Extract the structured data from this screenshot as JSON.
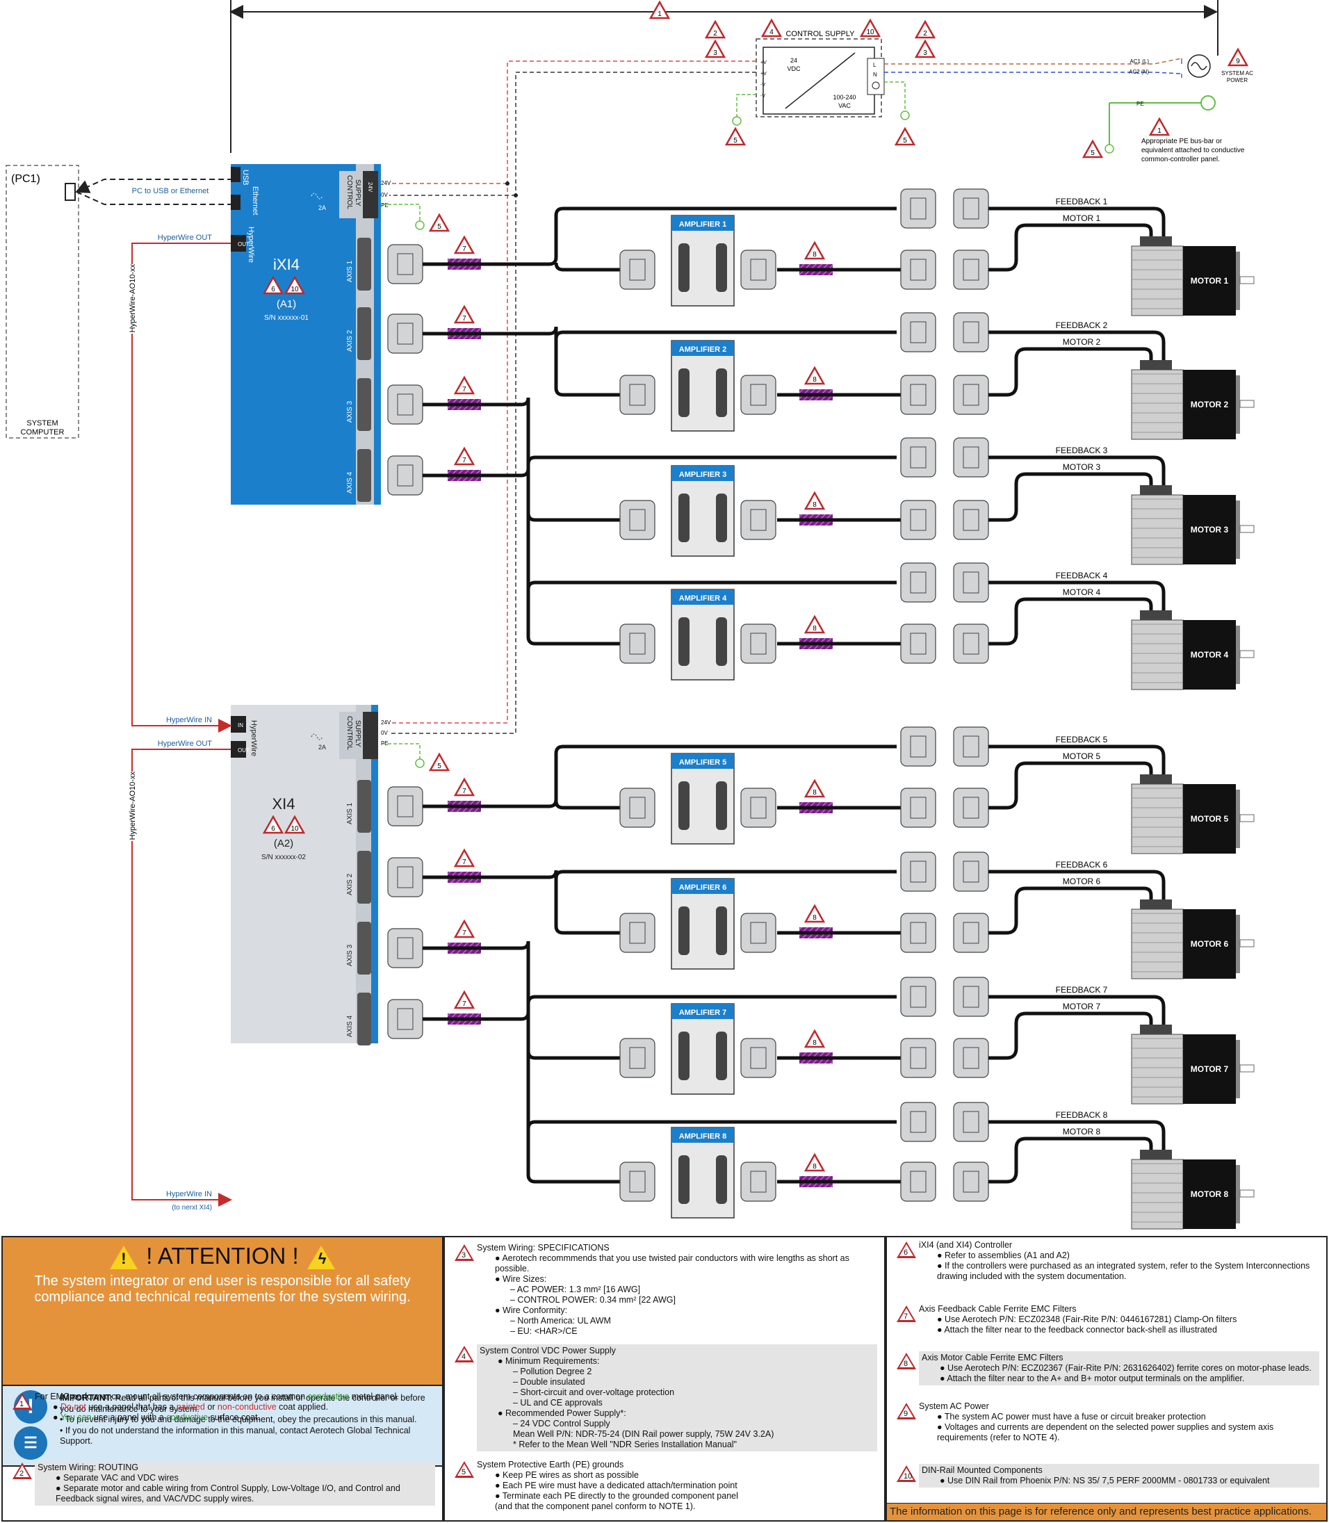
{
  "top": {
    "control_supply_title": "CONTROL SUPPLY",
    "supply_vdc": "24\nVDC",
    "supply_vdc_a": "24",
    "supply_vdc_b": "VDC",
    "supply_vac_a": "100-240",
    "supply_vac_b": "VAC",
    "supply_pins": [
      "+V",
      "+V",
      "-V",
      "-V"
    ],
    "supply_ac_pins": [
      "L",
      "N"
    ],
    "ac1": "AC1 (L)",
    "ac2": "AC2 (N)",
    "pe": "PE",
    "system_ac_power_a": "SYSTEM AC",
    "system_ac_power_b": "POWER",
    "pe_note_a": "Appropriate PE bus-bar or",
    "pe_note_b": "equivalent attached to conductive",
    "pe_note_c": "common-controller panel."
  },
  "pc": {
    "label": "(PC1)",
    "system_a": "SYSTEM",
    "system_b": "COMPUTER",
    "link": "PC to USB or Ethernet"
  },
  "hyperwire": {
    "out1": "HyperWire OUT",
    "in2": "HyperWire IN",
    "out2": "HyperWire OUT",
    "in3": "HyperWire IN",
    "in3_sub": "(to nerxt XI4)",
    "cable": "HyperWire-AO10-xx"
  },
  "controllers": [
    {
      "name": "iXI4",
      "id": "(A1)",
      "sn": "S/N xxxxxx-01"
    },
    {
      "name": "XI4",
      "id": "(A2)",
      "sn": "S/N xxxxxx-02"
    }
  ],
  "controller_labels": {
    "usb": "USB",
    "ethernet": "Ethernet",
    "hyperwire": "HyperWire",
    "out": "OUT",
    "in": "IN",
    "fuse": "2A",
    "control_supply_a": "CONTROL",
    "control_supply_b": "SUPPLY",
    "v24": "24V",
    "v0": "0V",
    "pe": "PE",
    "axes": [
      "AXIS 1",
      "AXIS 2",
      "AXIS 3",
      "AXIS 4"
    ]
  },
  "amplifiers": [
    "AMPLIFIER 1",
    "AMPLIFIER 2",
    "AMPLIFIER 3",
    "AMPLIFIER 4",
    "AMPLIFIER 5",
    "AMPLIFIER 6",
    "AMPLIFIER 7",
    "AMPLIFIER 8"
  ],
  "feedback": [
    "FEEDBACK 1",
    "FEEDBACK 2",
    "FEEDBACK 3",
    "FEEDBACK 4",
    "FEEDBACK 5",
    "FEEDBACK 6",
    "FEEDBACK 7",
    "FEEDBACK 8"
  ],
  "motor_cables": [
    "MOTOR 1",
    "MOTOR 2",
    "MOTOR 3",
    "MOTOR 4",
    "MOTOR 5",
    "MOTOR 6",
    "MOTOR 7",
    "MOTOR 8"
  ],
  "motors": [
    "MOTOR 1",
    "MOTOR 2",
    "MOTOR 3",
    "MOTOR 4",
    "MOTOR 5",
    "MOTOR 6",
    "MOTOR 7",
    "MOTOR 8"
  ],
  "markers": {
    "n1": "1",
    "n2": "2",
    "n3": "3",
    "n4": "4",
    "n5": "5",
    "n6": "6",
    "n7": "7",
    "n8": "8",
    "n9": "9",
    "n10": "10"
  },
  "colors": {
    "controller_blue": "#1c7fcb",
    "controller_gray": "#d9dde1",
    "ac_brown": "#b8693a",
    "ac_blue": "#2a4fd6",
    "pe_green": "#5fbf3f",
    "dc_red": "#e04646",
    "hyperwire_red": "#c62b2b",
    "ferrite": "#8a2a9a",
    "warn_red": "#c0282b",
    "attention": "#e5933a"
  },
  "attention": {
    "title": "! ATTENTION !",
    "text": "The system integrator or end user is responsible for all safety compliance and technical requirements for the system wiring.",
    "important_label": "IMPORTANT:",
    "important_text": " Read all parts of this manual before you install or operate the controller or before you do maintenance to your system.",
    "important_2": "• To prevent injury to you and damage to the equipment, obey the precautions in this manual.",
    "important_3": "• If you do not understand the information in this manual, contact Aerotech Global Technical Support."
  },
  "notes": {
    "n1_a": "For EMC performance, mount all system components on to a common ",
    "n1_green": "conductive",
    "n1_b": " metal panel.",
    "n1_c1": "● ",
    "n1_c_red": "Do not",
    "n1_c2": " use a panel that has a ",
    "n1_c_red2": "painted",
    "n1_c3": " or ",
    "n1_c_red3": "non-conductive",
    "n1_c4": " coat applied.",
    "n1_d1": "● ",
    "n1_d_green": "You can",
    "n1_d2": " use a panel with a ",
    "n1_d_green2": "conductive",
    "n1_d3": " surface coat.",
    "n2_title": "System Wiring: ROUTING",
    "n2_l1": "● Separate VAC and VDC wires",
    "n2_l2": "● Separate motor and cable wiring from Control Supply, Low-Voltage I/O, and Control and Feedback signal wires, and VAC/VDC supply wires.",
    "n3_title": "System Wiring: SPECIFICATIONS",
    "n3_l1": "● Aerotech recommmends that you use twisted pair conductors with wire lengths as short as possible.",
    "n3_l2": "● Wire Sizes:",
    "n3_l3": "– AC POWER: 1.3 mm² [16 AWG]",
    "n3_l4": "– CONTROL POWER: 0.34 mm² [22 AWG]",
    "n3_l5": "● Wire Conformity:",
    "n3_l6": "– North America: UL AWM",
    "n3_l7": "– EU: <HAR>/CE",
    "n4_title": "System Control VDC Power Supply",
    "n4_l1": "● Minimum Requirements:",
    "n4_l2": "– Pollution Degree 2",
    "n4_l3": "– Double insulated",
    "n4_l4": "– Short-circuit and over-voltage protection",
    "n4_l5": "– UL and CE approvals",
    "n4_l6": "● Recommended Power Supply*:",
    "n4_l7": "– 24 VDC Control Supply",
    "n4_l8": "Mean Well P/N: NDR-75-24 (DIN Rail power supply, 75W 24V 3.2A)",
    "n4_l9": "* Refer to the Mean Well \"NDR Series Installation Manual\"",
    "n5_title": "System Protective Earth (PE) grounds",
    "n5_l1": "● Keep PE wires as short as possible",
    "n5_l2": "● Each PE wire must have a dedicated attach/termination point",
    "n5_l3": "● Terminate each PE directly to the grounded component panel",
    "n5_l4": "(and that the component panel conform to NOTE 1).",
    "n6_title": "iXI4 (and XI4) Controller",
    "n6_l1": "● Refer to assemblies (A1 and A2)",
    "n6_l2": "● If the controllers were purchased as an integrated system, refer to the System Interconnections drawing included with the system documentation.",
    "n7_title": "Axis Feedback Cable Ferrite EMC Filters",
    "n7_l1": "● Use Aerotech P/N: ECZ02348 (Fair-Rite P/N: 0446167281) Clamp-On filters",
    "n7_l2": "● Attach the filter near to the feedback connector back-shell as illustrated",
    "n8_title": "Axis Motor Cable Ferrite EMC Filters",
    "n8_l1": "● Use Aerotech P/N: ECZ02367 (Fair-Rite P/N: 2631626402) ferrite cores on motor-phase leads.",
    "n8_l2": "● Attach the filter near to the A+ and B+ motor output terminals on the amplifier.",
    "n9_title": "System AC Power",
    "n9_l1": "● The system AC power must have a fuse or circuit breaker protection",
    "n9_l2": "● Voltages and currents are dependent on the selected power supplies and system axis requirements (refer to NOTE 4).",
    "n10_title": "DIN-Rail Mounted Components",
    "n10_l1": "● Use DIN Rail from Phoenix P/N: NS 35/ 7,5 PERF 2000MM - 0801733 or equivalent",
    "footer": "The information on this page is for reference only and represents best practice applications."
  }
}
